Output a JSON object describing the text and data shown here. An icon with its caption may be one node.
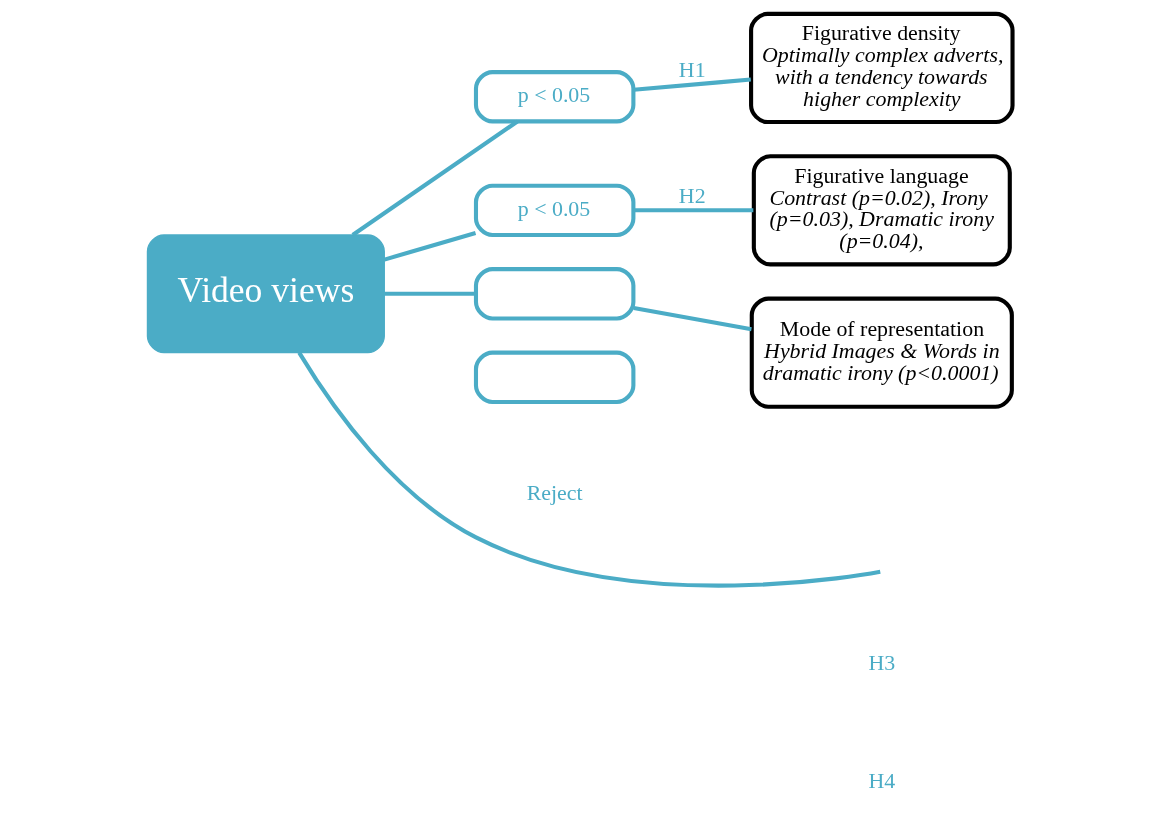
{
  "diagram": {
    "nodes": [
      {
        "text": [
          "Video views"
        ]
      },
      {
        "text": [
          "p < 0.05"
        ]
      },
      {
        "text": [
          "p < 0.05"
        ]
      },
      {
        "text": [],
        "shape": "box"
      },
      {
        "text": [],
        "shape": "box",
        "beside": [
          "Reject"
        ]
      },
      {
        "text": [
          "Figurative density",
          "Optimally complex adverts, with a tendency towards higher complexity"
        ]
      },
      {
        "text": [
          "Figurative language",
          "Contrast (p=0.02), Irony  (p=0.03), Dramatic irony (p=0.04),"
        ]
      },
      {
        "text": [
          "Mode of representation",
          "Hybrid Images & Words in dramatic irony (p<0.0001)"
        ]
      }
    ],
    "edges": [
      {
        "from": 0,
        "to": 1,
        "arrow": "none"
      },
      {
        "from": 1,
        "to": 5,
        "arrow": "none",
        "label": "H1"
      },
      {
        "from": 0,
        "to": 2,
        "arrow": "none"
      },
      {
        "from": 2,
        "to": 6,
        "arrow": "none",
        "label": "H2"
      },
      {
        "from": 0,
        "to": 3,
        "arrow": "none"
      },
      {
        "from": 3,
        "to": 7,
        "arrow": "none"
      },
      {
        "from": 0,
        "to": null,
        "arrow": "none"
      }
    ],
    "labels": [
      "H3",
      "H4"
    ]
  }
}
